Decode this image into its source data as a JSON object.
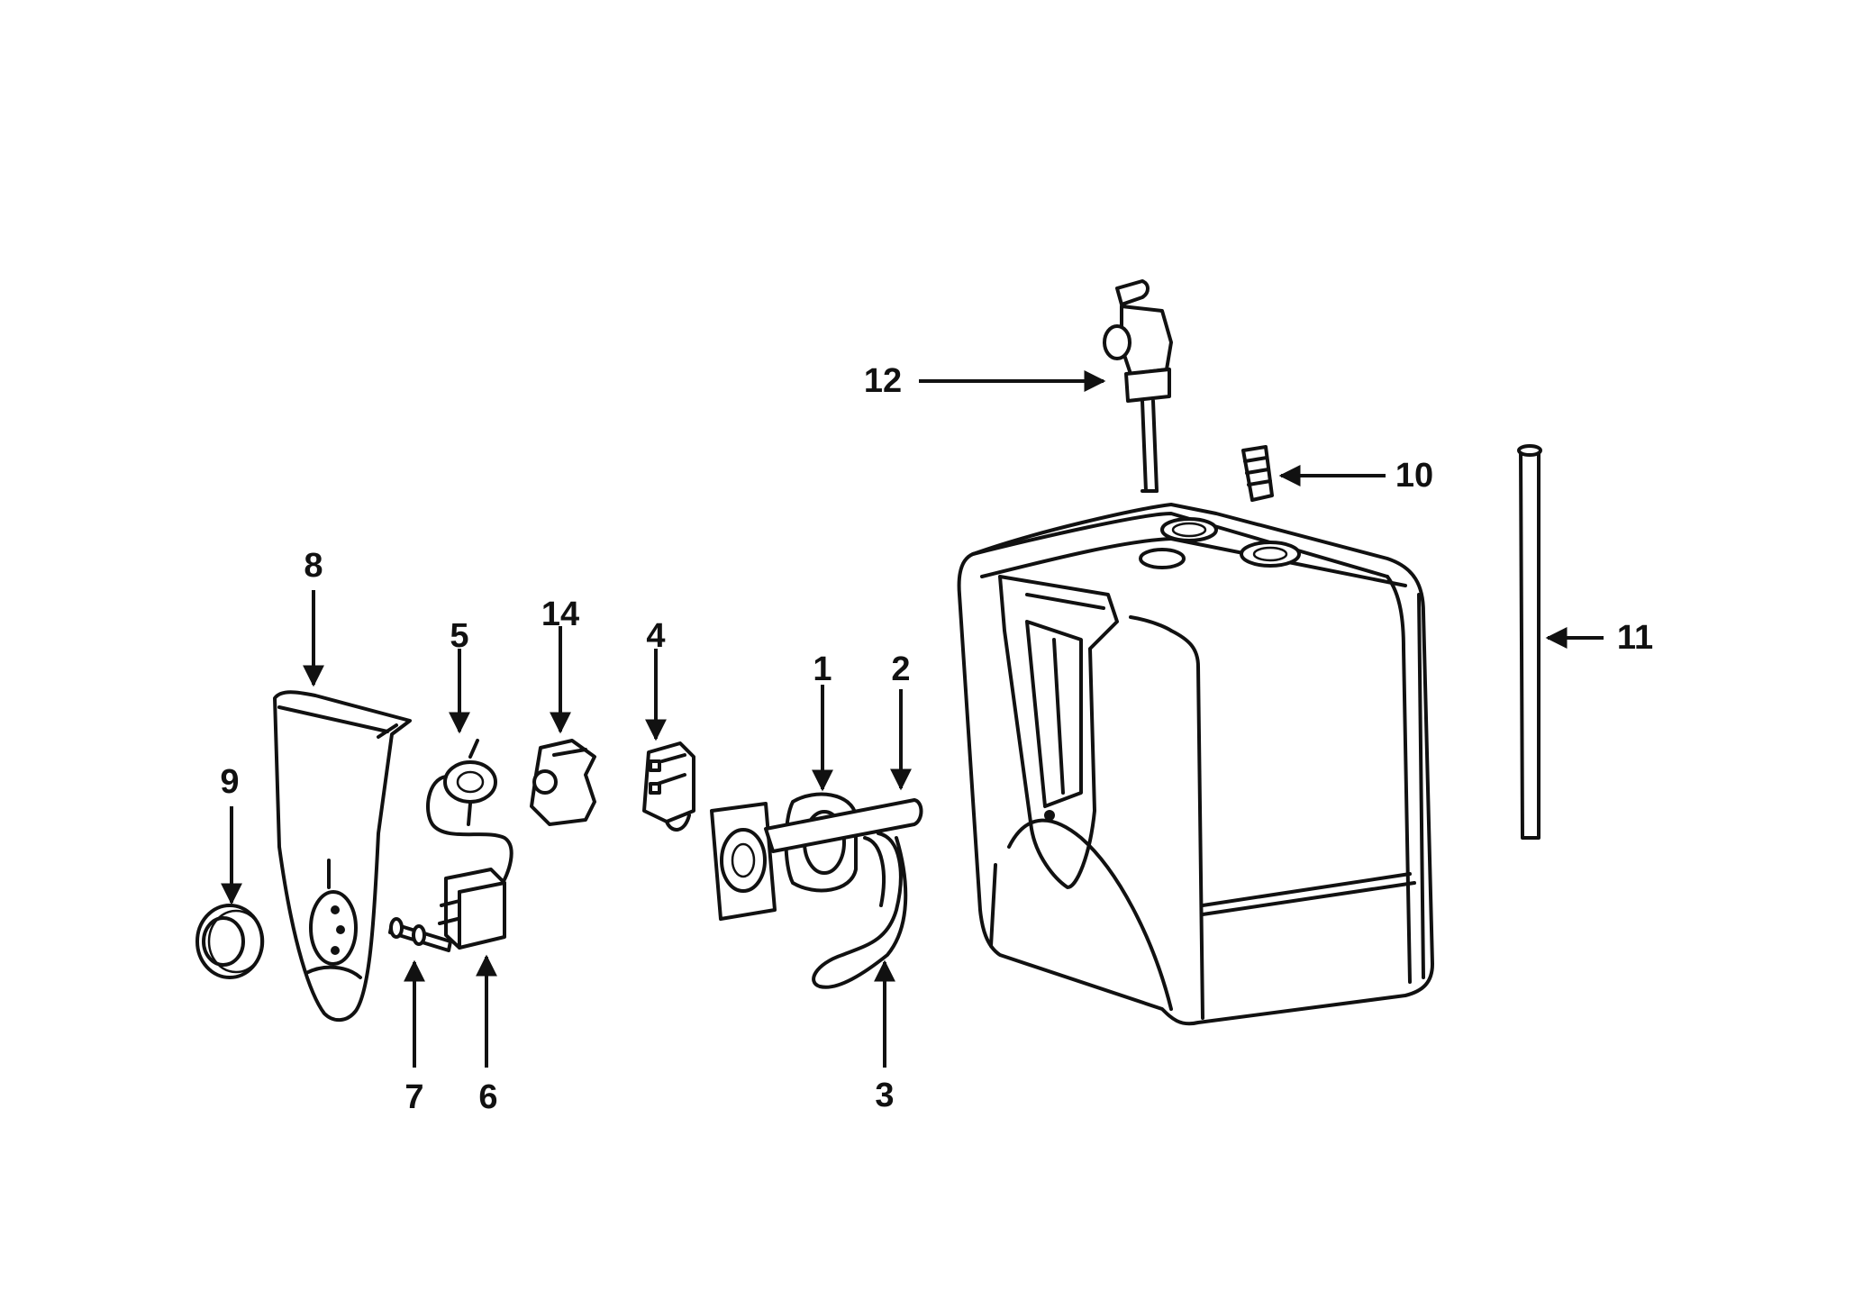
{
  "callouts": {
    "c1": "1",
    "c2": "2",
    "c3": "3",
    "c4": "4",
    "c5": "5",
    "c6": "6",
    "c7": "7",
    "c8": "8",
    "c9": "9",
    "c10": "10",
    "c11": "11",
    "c12": "12",
    "c14": "14"
  }
}
